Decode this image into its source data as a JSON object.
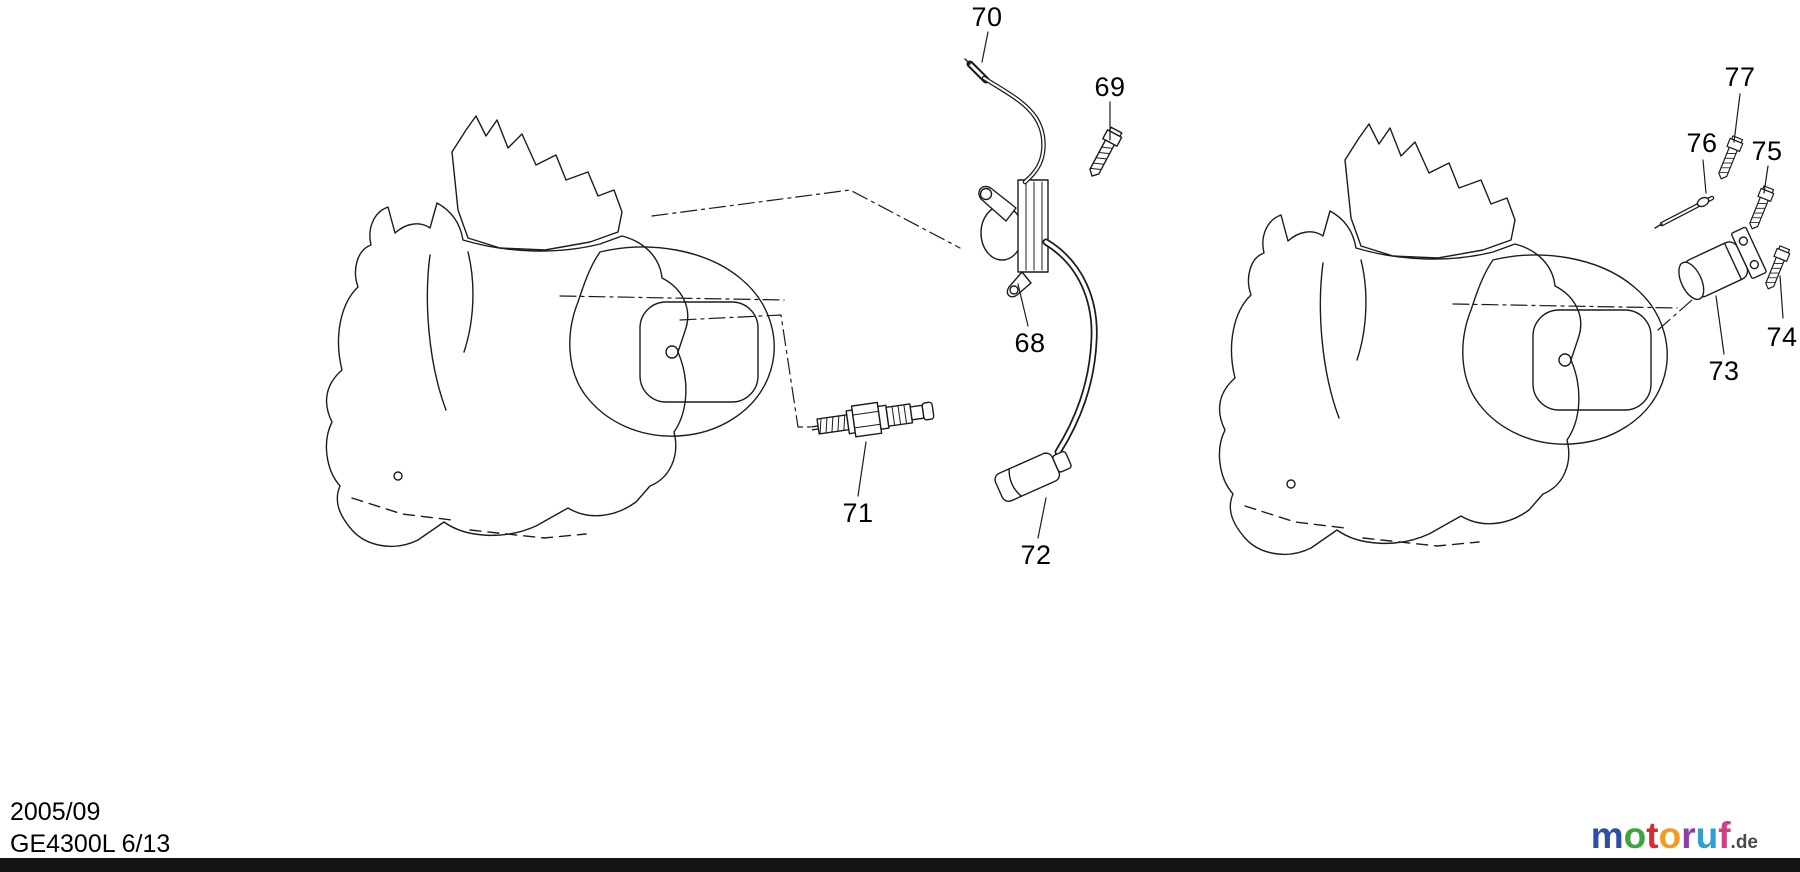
{
  "colors": {
    "line_color": "#1c1c1c",
    "bar_color": "#141414"
  },
  "part_labels": [
    {
      "number": "70"
    },
    {
      "number": "69"
    },
    {
      "number": "68"
    },
    {
      "number": "71"
    },
    {
      "number": "72"
    },
    {
      "number": "77"
    },
    {
      "number": "76"
    },
    {
      "number": "75"
    },
    {
      "number": "74"
    },
    {
      "number": "73"
    }
  ],
  "footer": {
    "date": "2005/09",
    "model": "GE4300L 6/13"
  },
  "logo": {
    "letters": [
      {
        "char": "m",
        "color": "#2b4fa2"
      },
      {
        "char": "o",
        "color": "#3fa33f"
      },
      {
        "char": "t",
        "color": "#d03030"
      },
      {
        "char": "o",
        "color": "#f09c20"
      },
      {
        "char": "r",
        "color": "#8a3fa8"
      },
      {
        "char": "u",
        "color": "#2f9fd0"
      },
      {
        "char": "f",
        "color": "#d04080"
      }
    ],
    "suffix": ".de",
    "suffix_color": "#4a4a4a"
  }
}
